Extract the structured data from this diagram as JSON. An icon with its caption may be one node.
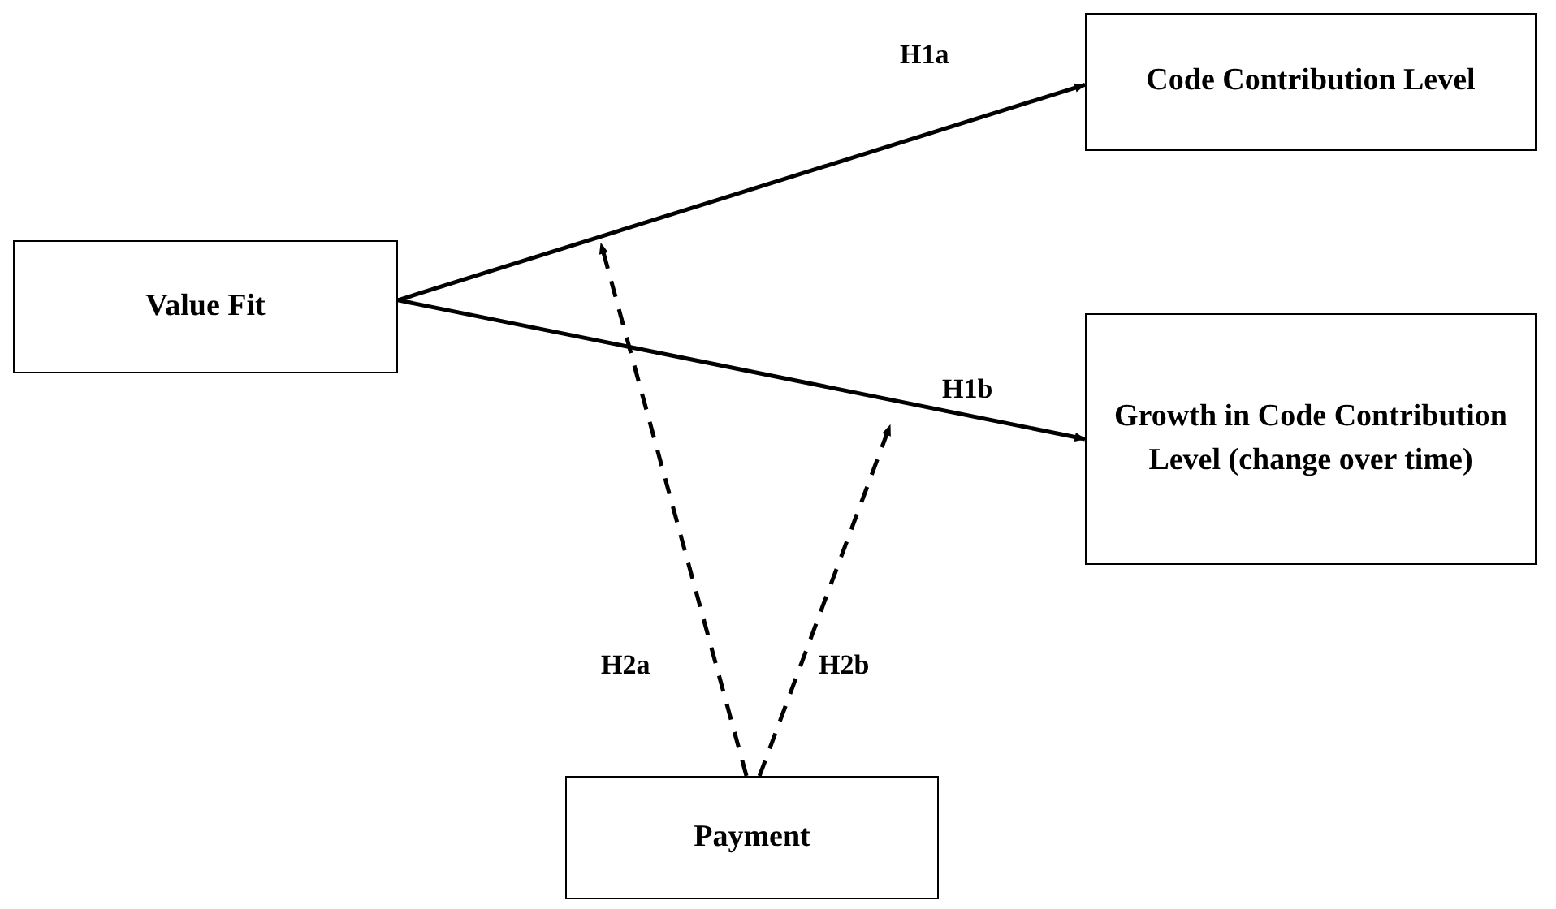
{
  "diagram": {
    "nodes": [
      {
        "text": [
          "Value Fit"
        ]
      },
      {
        "text": [
          "Code Contribution Level"
        ]
      },
      {
        "text": [
          "Growth in Code Contribution Level (change over time)"
        ]
      },
      {
        "text": [
          "Payment"
        ]
      }
    ],
    "edges": [
      {
        "from": 0,
        "to": 1,
        "arrow": "to",
        "label": "H1a"
      },
      {
        "from": 0,
        "to": 2,
        "arrow": "to",
        "label": "H1b"
      },
      {
        "from": 3,
        "to": null,
        "arrow": "to",
        "label": "H2a",
        "style": "dashed"
      },
      {
        "from": 3,
        "to": null,
        "arrow": "to",
        "label": "H2b",
        "style": "dashed"
      }
    ]
  }
}
